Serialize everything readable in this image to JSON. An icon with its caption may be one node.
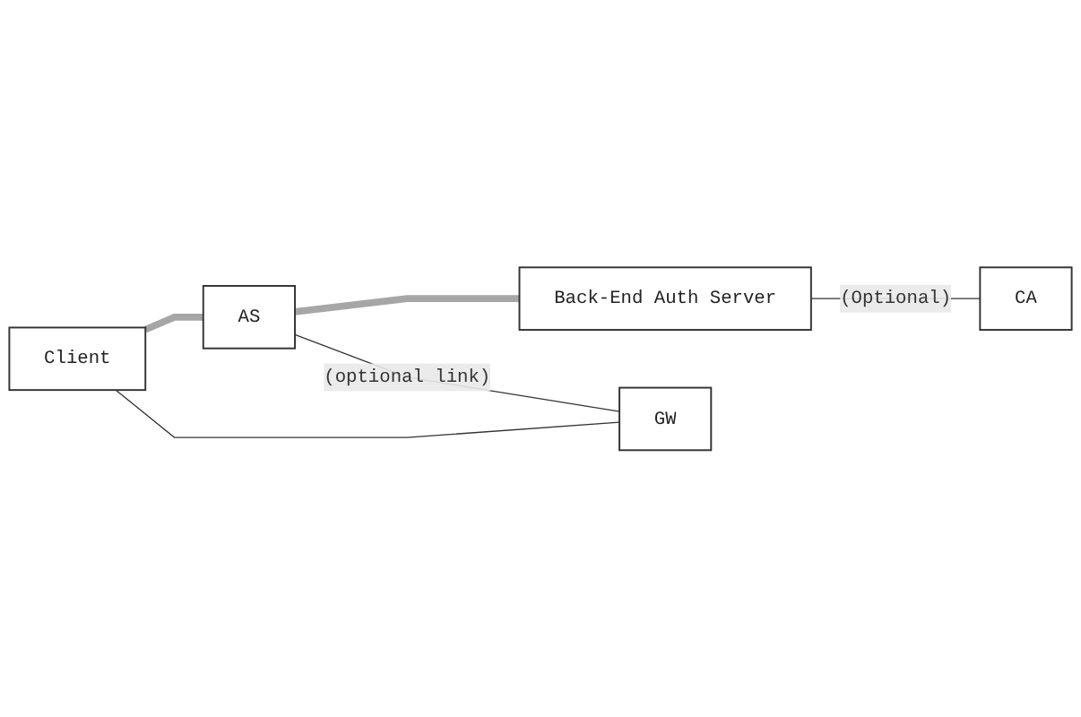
{
  "diagram": {
    "nodes": [
      {
        "text": [
          "AS"
        ]
      },
      {
        "text": [
          "Back-End Auth Server"
        ]
      },
      {
        "text": [
          "CA"
        ]
      },
      {
        "text": [
          "Client"
        ]
      },
      {
        "text": [
          "GW"
        ]
      }
    ],
    "edges": [
      {
        "from": 0,
        "to": 1,
        "arrow": "none",
        "style": "thick",
        "color": "#a6a6a6"
      },
      {
        "from": 1,
        "to": 2,
        "arrow": "none",
        "label": "(Optional)"
      },
      {
        "from": 3,
        "to": 0,
        "arrow": "none",
        "style": "thick",
        "color": "#a6a6a6"
      },
      {
        "from": 3,
        "to": 4,
        "arrow": "none"
      },
      {
        "from": 0,
        "to": 4,
        "arrow": "none",
        "label": "(optional link)"
      }
    ]
  }
}
